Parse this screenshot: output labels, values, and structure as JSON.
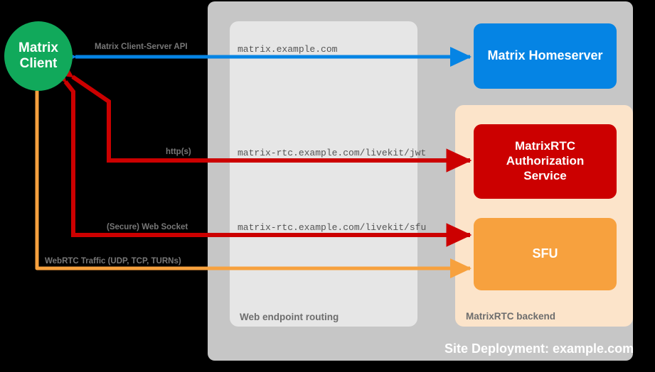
{
  "diagram": {
    "title": "Site Deployment: example.com",
    "colors": {
      "client": "#11a95b",
      "homeserver": "#0584e4",
      "auth_service": "#cc0000",
      "sfu": "#f7a13e",
      "site_container": "#c6c6c6",
      "web_routing_container": "#e6e6e6",
      "rtc_backend_container": "#fce4ca",
      "arrow_blue": "#0584e4",
      "arrow_red": "#cc0000",
      "arrow_orange": "#f7a13e",
      "caption_text": "#6d6d6d"
    }
  },
  "client": {
    "line1": "Matrix",
    "line2": "Client"
  },
  "containers": {
    "site_deployment_label": "Site Deployment: example.com",
    "web_routing_label": "Web endpoint routing",
    "rtc_backend_label": "MatrixRTC backend"
  },
  "nodes": {
    "homeserver": {
      "label": "Matrix Homeserver"
    },
    "auth_service": {
      "line1": "MatrixRTC",
      "line2": "Authorization",
      "line3": "Service"
    },
    "sfu": {
      "label": "SFU"
    }
  },
  "endpoints": [
    {
      "name": "matrix-host",
      "text": "matrix.example.com"
    },
    {
      "name": "livekit-jwt",
      "text": "matrix-rtc.example.com/livekit/jwt"
    },
    {
      "name": "livekit-sfu",
      "text": "matrix-rtc.example.com/livekit/sfu"
    }
  ],
  "connections": [
    {
      "name": "client-server-api",
      "label": "Matrix Client-Server API",
      "color": "#0584e4",
      "protocol": "Matrix Client-Server API"
    },
    {
      "name": "jwt-http",
      "label": "http(s)",
      "color": "#cc0000",
      "protocol": "http(s)"
    },
    {
      "name": "sfu-websocket",
      "label": "(Secure) Web Socket",
      "color": "#cc0000",
      "protocol": "(Secure) Web Socket"
    },
    {
      "name": "webrtc-media",
      "label": "WebRTC Traffic (UDP, TCP, TURNs)",
      "color": "#f7a13e",
      "protocol": "WebRTC Traffic (UDP, TCP, TURNs)"
    }
  ]
}
